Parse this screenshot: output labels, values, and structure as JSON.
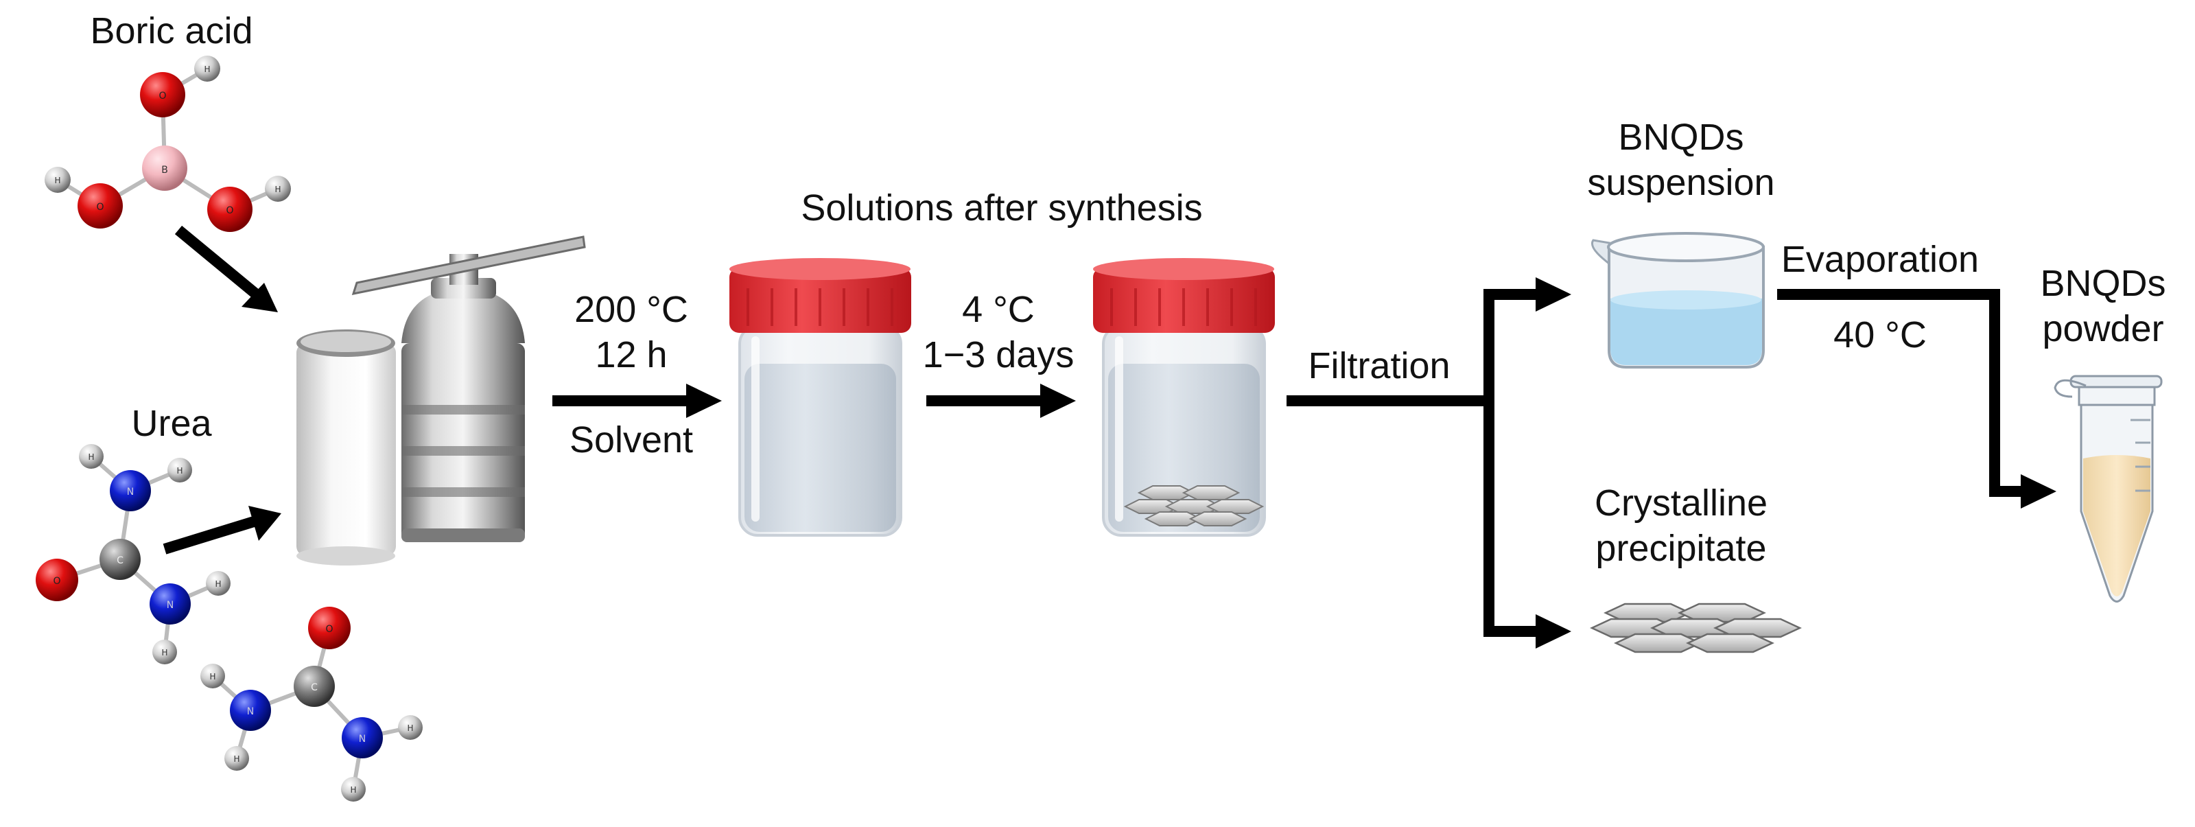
{
  "reagents": {
    "boric_acid": {
      "label": "Boric acid",
      "center_atom": "B",
      "oxygen_atom": "O",
      "hydrogen_atom": "H"
    },
    "urea": {
      "label": "Urea",
      "carbon_atom": "C",
      "oxygen_atom": "O",
      "nitrogen_atom": "N",
      "hydrogen_atom": "H"
    }
  },
  "step_synthesis": {
    "line1": "200 °C",
    "line2": "12 h",
    "line3": "Solvent"
  },
  "solutions_label": "Solutions after synthesis",
  "step_cooling": {
    "line1": "4 °C",
    "line2": "1−3 days"
  },
  "step_filtration": "Filtration",
  "bnqds_suspension": {
    "line1": "BNQDs",
    "line2": "suspension"
  },
  "crystalline_precipitate": {
    "line1": "Crystalline",
    "line2": "precipitate"
  },
  "step_evaporation": {
    "line1": "Evaporation",
    "line2": "40 °C"
  },
  "bnqds_powder": {
    "line1": "BNQDs",
    "line2": "powder"
  },
  "colors": {
    "oxygen": "#e01010",
    "boron": "#f4b8c0",
    "hydrogen": "#d8d8d8",
    "nitrogen": "#1020d0",
    "carbon": "#808080",
    "jar_cap": "#e8343a",
    "suspension": "#9fd2ee",
    "powder": "#f6dfb6",
    "arrow": "#000000"
  }
}
